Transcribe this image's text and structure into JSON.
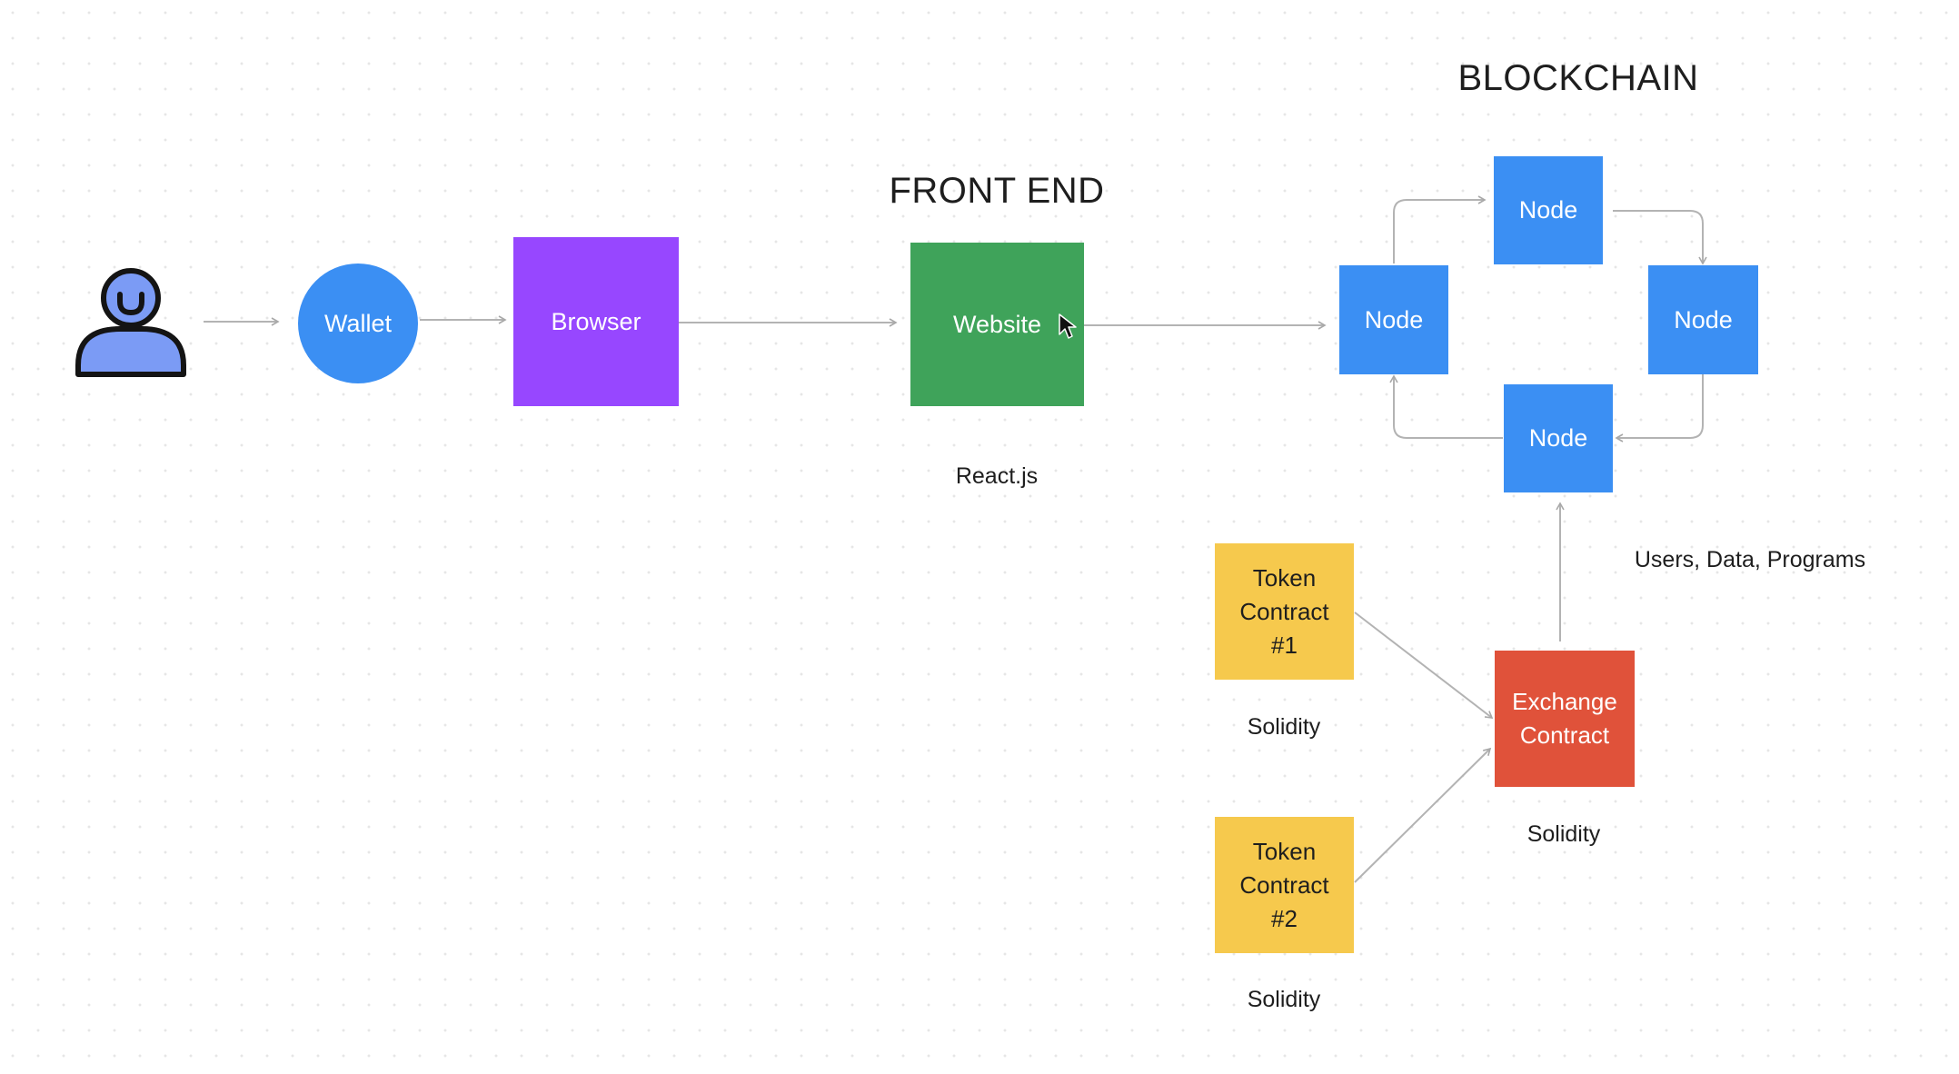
{
  "titles": {
    "front_end": "FRONT END",
    "blockchain": "BLOCKCHAIN"
  },
  "flow": {
    "wallet": "Wallet",
    "browser": "Browser",
    "website": "Website",
    "website_caption": "React.js"
  },
  "nodes": {
    "top": "Node",
    "left": "Node",
    "right": "Node",
    "bottom": "Node"
  },
  "contracts": {
    "token1": "Token\nContract\n#1",
    "token1_caption": "Solidity",
    "token2": "Token\nContract\n#2",
    "token2_caption": "Solidity",
    "exchange": "Exchange\nContract",
    "exchange_caption": "Solidity"
  },
  "annotation": "Users, Data, Programs",
  "icons": {
    "user": "user-person-icon",
    "cursor": "mouse-pointer-icon"
  },
  "colors": {
    "wallet": "#3b8ff3",
    "browser": "#9747ff",
    "website": "#3fa35a",
    "node": "#3b8ff3",
    "token": "#f6c94d",
    "exchange": "#e0523a",
    "user_fill": "#7b9bf5",
    "connector": "#b3b3b3"
  }
}
